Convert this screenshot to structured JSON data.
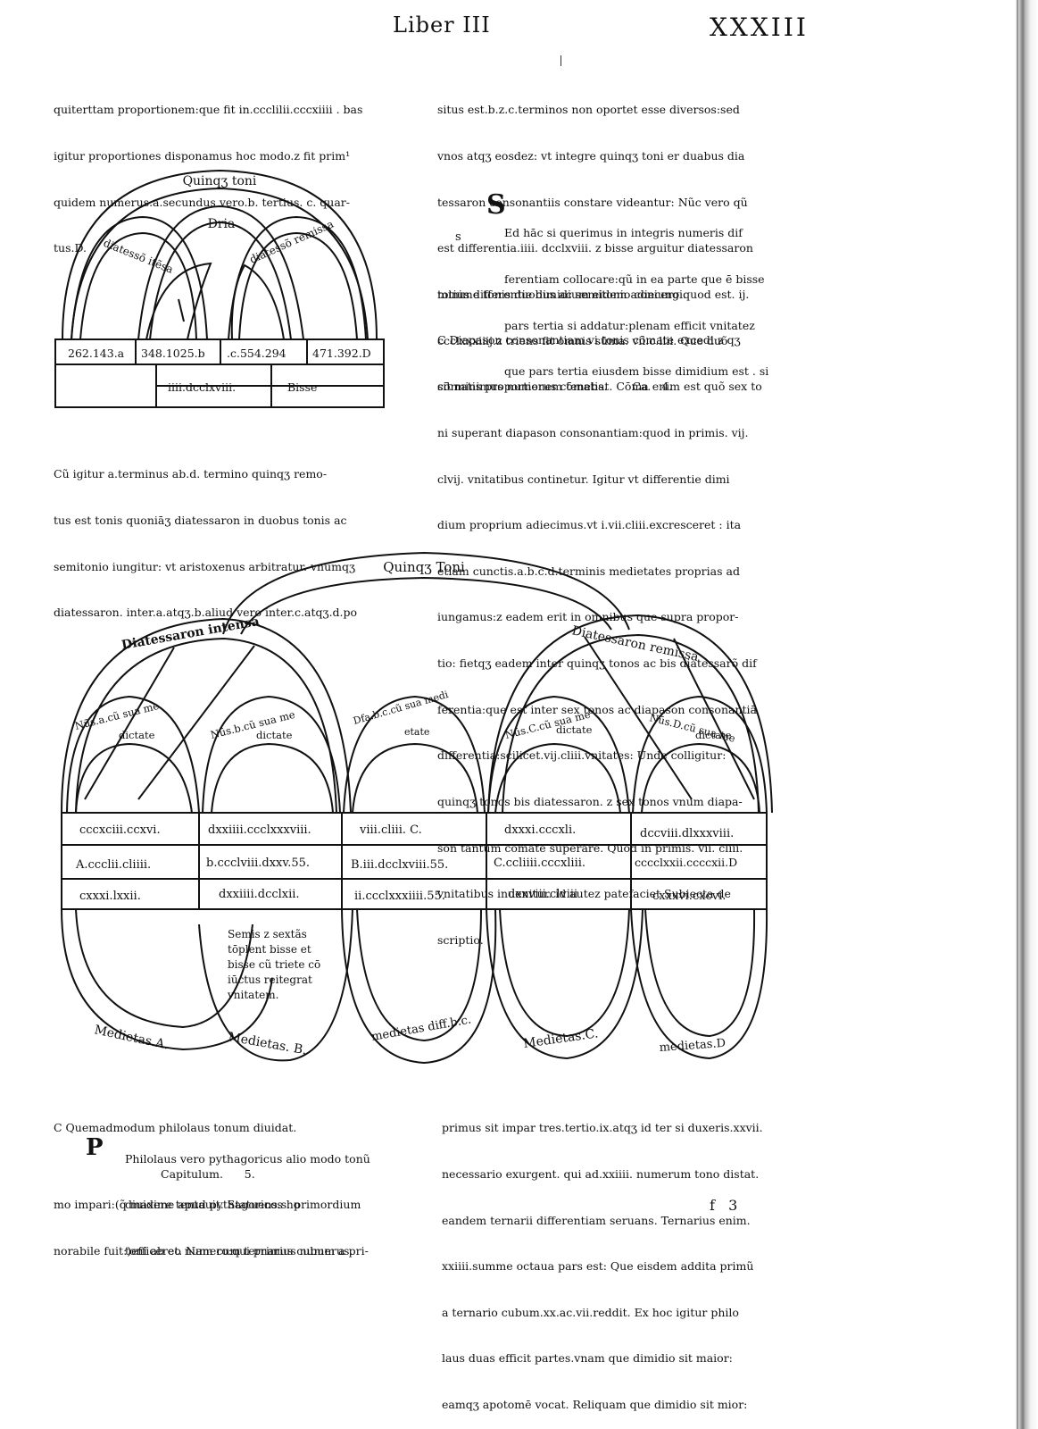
{
  "header": {
    "running_head": "Liber III",
    "folio": "XXXIII"
  },
  "col_left_top": [
    "quiterttam proportionem:que fit in.ccclilii.cccxiiii . bas",
    "igitur proportiones disponamus hoc modo.z fit prim¹",
    "quidem numerus.a.secundus vero.b. tertius. c. quar-",
    "tus.D."
  ],
  "diagram_small": {
    "arc_outer": "Quinqʒ toni",
    "arc_center": "Dria",
    "arc_left": "diatessõ itẽsa",
    "arc_right": "diatessõ remissa",
    "row1": [
      "262.143.a",
      "348.1025.b",
      ".c.554.294",
      "471.392.D"
    ],
    "row2": [
      "iiii.dcclxviii.",
      "Bisse"
    ]
  },
  "col_left_mid": [
    "Cũ igitur a.terminus ab.d. termino quinqʒ remo-",
    "tus est tonis quoniāʒ diatessaron in duobus tonis ac",
    "semitonio iungitur: vt aristoxenus arbitratur. vnumqʒ",
    "diatessaron. inter.a.atqʒ.b.aliud vero inter.c.atqʒ.d.po"
  ],
  "col_right_top": [
    "situs est.b.z.c.terminos non oportet esse diversos:sed",
    "vnos atqʒ eosdez: vt integre quinqʒ toni er duabus dia",
    "tessaron consonantiis constare videantur: Nũc vero qũ",
    "est differentia.iiii. dcclxviii. z bisse arguitur diatessaron",
    "minime tonis duobus ac semitonio coniungi.",
    "C Diapason consonantiam.vi.tonis cōmate excedi:z qʒ",
    "sit minimus numerus cōmatis.       Ca.   4."
  ],
  "col_right_text": [
    "Ed hāc si querimus in integris numeris dif",
    "ferentiam collocare:qũ in ea parte que ē bisse",
    "pars tertia si addatur:plenam efficit vnitatez",
    "que pars tertia eiusdem bisse dimidium est . si",
    "totius differentie dimidium eidem adiecero quod est. ij.",
    "ccclxxxiiij.z triens fit omnis sūma. vii.c.liii. Que duõ",
    "cōmatis proportionem tenebat. Cōma enim est quõ sex to",
    "ni superant diapason consonantiam:quod in primis. vij.",
    "clvij. vnitatibus continetur. Igitur vt differentie dimi",
    "dium proprium adiecimus.vt i.vii.cliii.excresceret : ita",
    "etiam cunctis.a.b.c.d.terminis medietates proprias ad",
    "iungamus:z eadem erit in omnibus que supra propor-",
    "tio: fietqʒ eadem inter quinqʒ tonos ac bis diatessarõ dif",
    "ferentia:que est inter sex tonos ac diapason consonantiā",
    "differentia:scilicet.vij.cliii.vnitates: Unde colligitur:",
    "quinqʒ tonos bis diatessaron. z sex tonos vnum diapa-",
    "son tantum cōmate superare. Quod in primis. vii. cliii.",
    "vnitatibus inuenitur. id autez patefaciet Subiecta de",
    "scriptio."
  ],
  "drop_letter_right": "S",
  "marginal_s": "s",
  "big_diagram": {
    "arc_top": "Quinqʒ Toni",
    "arc_left": "Diatessaron intensa",
    "arc_right": "Diatessaron remissa",
    "small_arcs": [
      [
        "Nūs.a.cũ sua me",
        "dictate"
      ],
      [
        "Nūs.b.cũ sua me",
        "dictate"
      ],
      [
        "Dfa.b.c.cũ sua medi",
        "etate"
      ],
      [
        "Nūs.C.cũ sua me",
        "dictate"
      ],
      [
        "Nūs.D.cũ sua me",
        "dictate"
      ]
    ],
    "rows": [
      [
        "cccxciii.ccxvi.",
        "dxxiiii.ccclxxxviii.",
        "viii.cliii. C.",
        "dxxxi.cccxli.",
        "dccviii.dlxxxviii."
      ],
      [
        "A.ccclii.cliiii.",
        "b.ccclviii.dxxv.55.",
        "B.iii.dcclxviii.55.",
        "C.ccliiii.cccxliii.",
        "cccclxxii.ccccxii.D"
      ],
      [
        "cxxxi.lxxii.",
        "dxxiiii.dcclxii.",
        "ii.ccclxxxiiii.55.",
        "dxxviii.clviii",
        "cxxxvi.cxcvi."
      ]
    ],
    "note": [
      "Semis z sextãs",
      "tōplent bisse et",
      "bisse cũ triete cō",
      "iūctus reitegrat",
      "vnitatem."
    ],
    "lower_labels": [
      "Medietas.A.",
      "Medietas. B.",
      "medietas diff.b.c.",
      "Medietas.C.",
      "medietas.D"
    ]
  },
  "bottom_left": [
    "C Quemadmodum philolaus tonum diuidat.",
    "Capitulum.      5.",
    "Philolaus vero pythagoricus alio modo tonũ",
    "diuidere tentauit. Statuens.s. primordium",
    "toni ab eo numero:qui primus cubum a pri-",
    "mo impari:(q̃ maxime apud pythagoricos ho",
    "norabile fuit:)efficeret. Nam cum ternarius numerus."
  ],
  "drop_letter_bottom": "P",
  "bottom_right": [
    "primus sit impar tres.tertio.ix.atqʒ id ter si duxeris.xxvii.",
    "necessario exurgent. qui ad.xxiiii. numerum tono distat.",
    "eandem ternarii differentiam seruans. Ternarius enim.",
    "xxiiii.summe octaua pars est: Que eisdem addita primũ",
    "a ternario cubum.xx.ac.vii.reddit. Ex hoc igitur philo",
    "laus duas efficit partes.vnam que dimidio sit maior:",
    "eamqʒ apotomē vocat. Reliquam que dimidio sit mior:"
  ],
  "signature": "f   3"
}
